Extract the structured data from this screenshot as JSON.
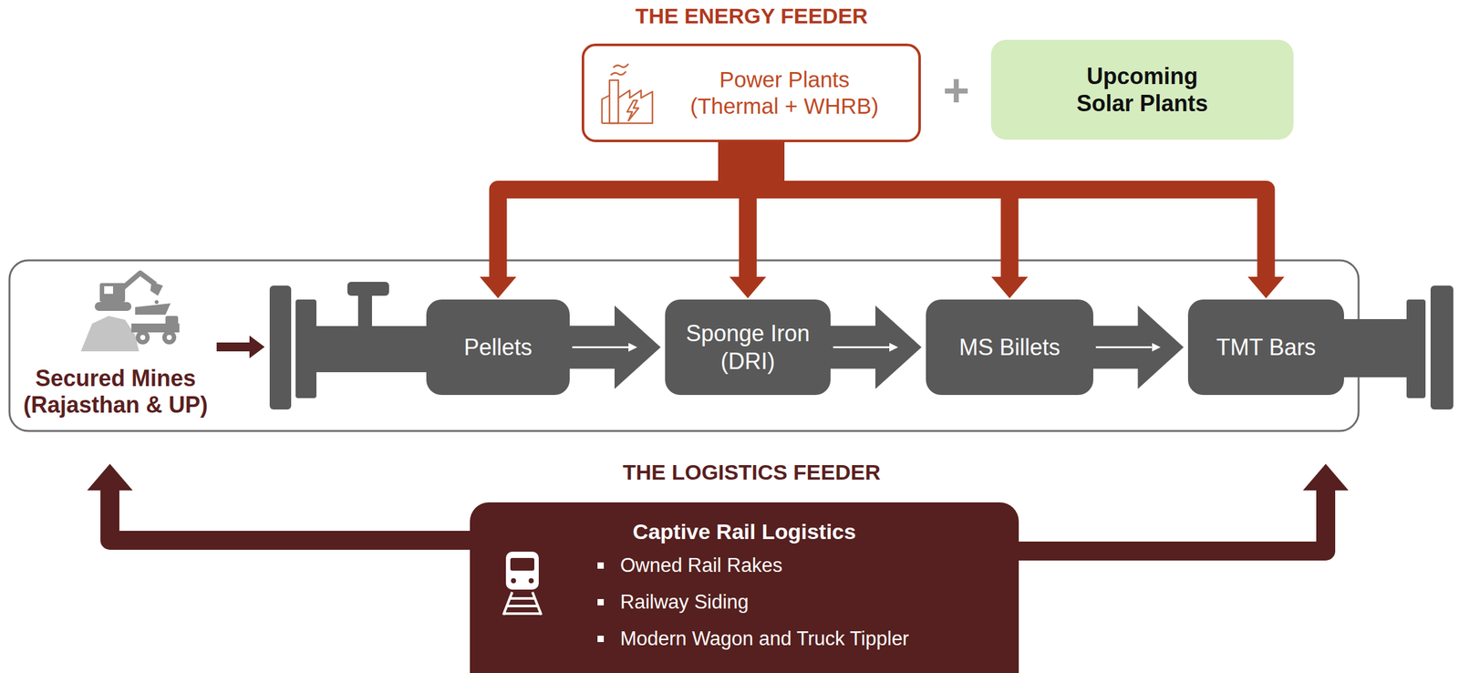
{
  "diagram": {
    "nodes": [
      {
        "text": [
          "Power Plants (Thermal + WHRB)"
        ]
      },
      {
        "text": [
          "Upcoming Solar Plants"
        ]
      },
      {
        "text": [
          "Secured Mines (Rajasthan & UP)"
        ]
      },
      {
        "text": [
          "Pellets"
        ]
      },
      {
        "text": [
          "Sponge Iron (DRI)"
        ]
      },
      {
        "text": [
          "MS Billets"
        ]
      },
      {
        "text": [
          "TMT Bars"
        ]
      },
      {
        "text": [
          "Captive Rail Logistics",
          "Owned Rail Rakes",
          "Railway Siding",
          "Modern Wagon and Truck Tippler"
        ]
      }
    ],
    "edges": [
      {
        "from": 2,
        "to": 3,
        "arrow": "to"
      },
      {
        "from": 3,
        "to": 4,
        "arrow": "to"
      },
      {
        "from": 4,
        "to": 5,
        "arrow": "to"
      },
      {
        "from": 5,
        "to": 6,
        "arrow": "to"
      },
      {
        "from": 0,
        "to": 3,
        "arrow": "to"
      },
      {
        "from": 0,
        "to": 4,
        "arrow": "to"
      },
      {
        "from": 0,
        "to": 5,
        "arrow": "to"
      },
      {
        "from": 0,
        "to": 6,
        "arrow": "to"
      },
      {
        "from": 7,
        "to": 2,
        "arrow": "to"
      },
      {
        "from": 7,
        "to": 6,
        "arrow": "to"
      }
    ],
    "labels": [
      "THE ENERGY FEEDER",
      "+",
      "THE LOGISTICS FEEDER"
    ]
  }
}
